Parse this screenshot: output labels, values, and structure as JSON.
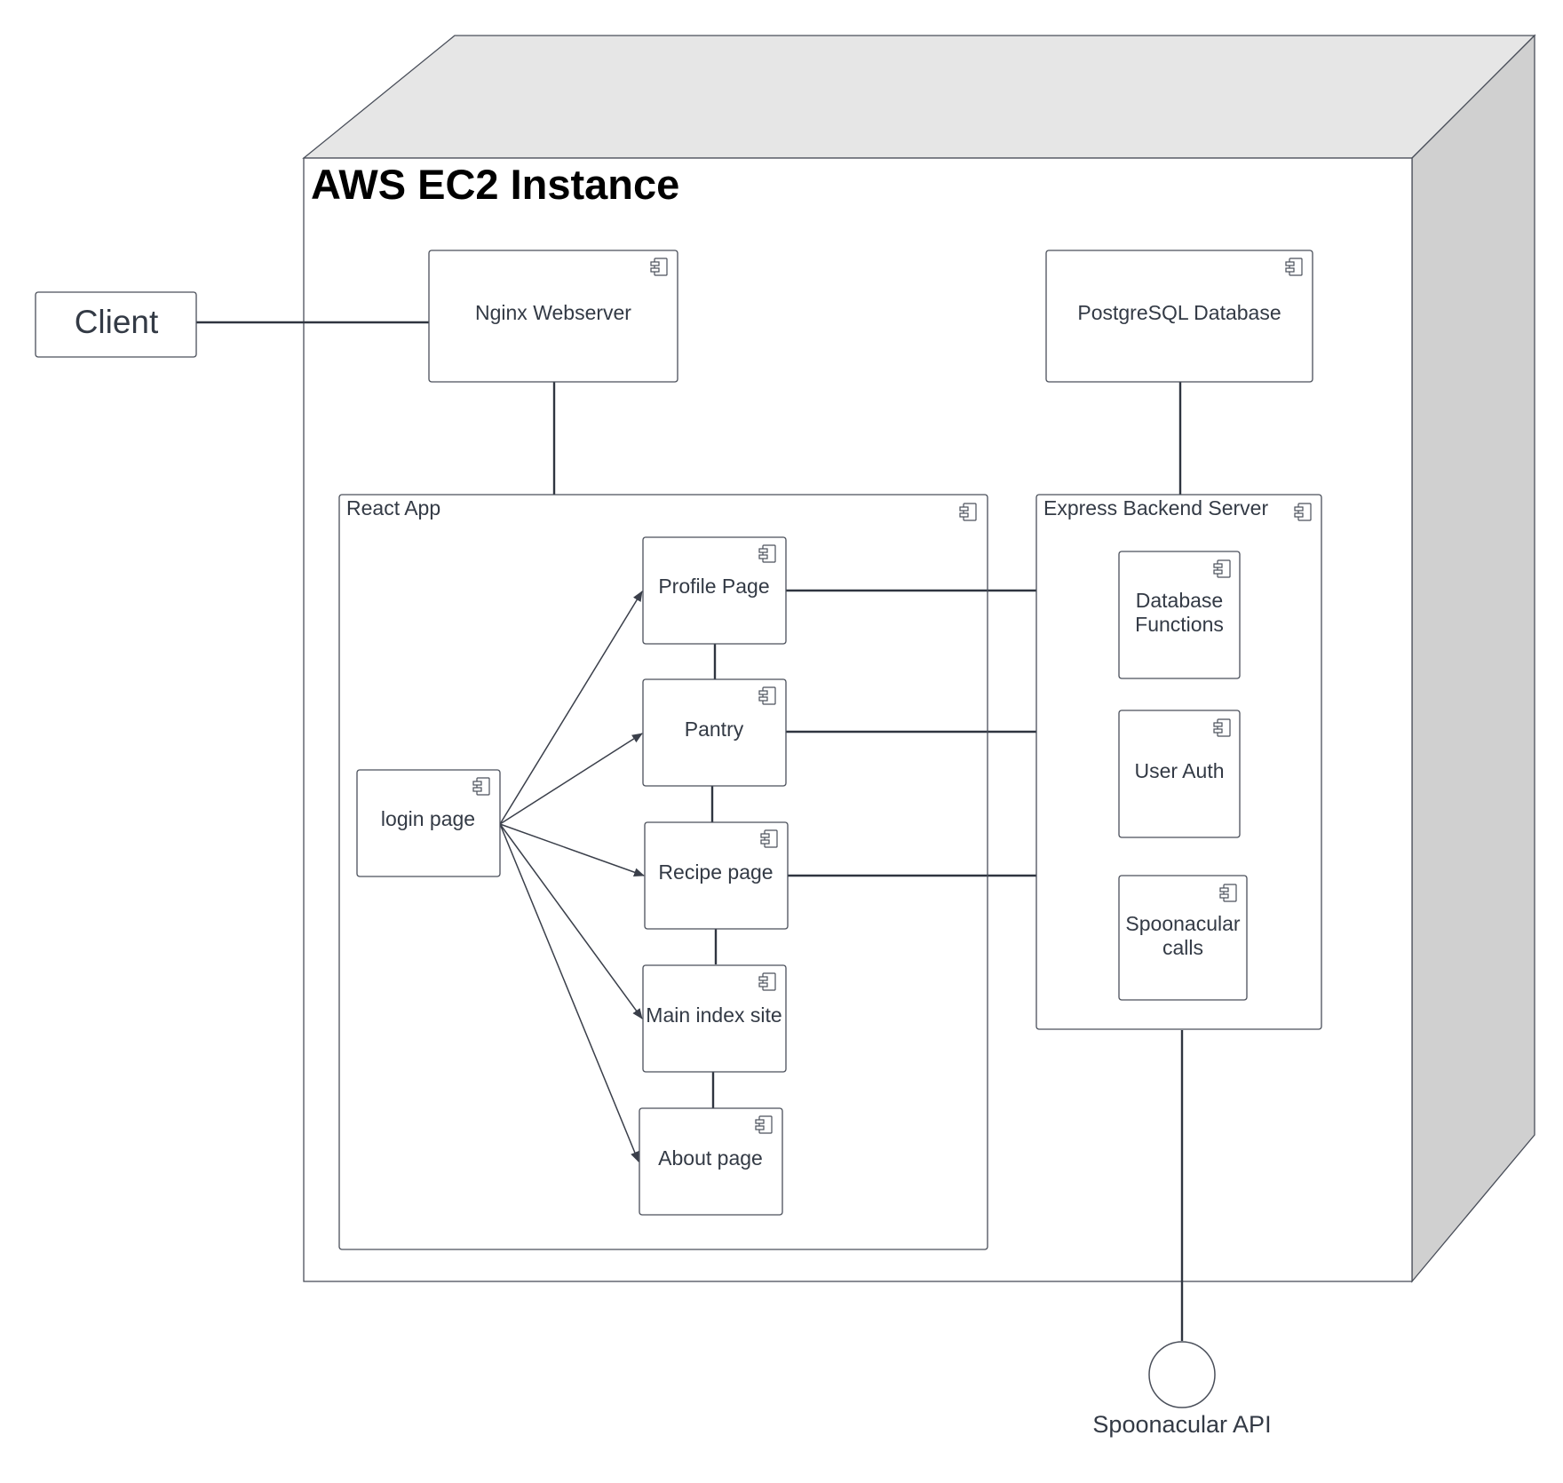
{
  "node": {
    "title": "AWS EC2 Instance"
  },
  "client": {
    "label": "Client"
  },
  "nginx": {
    "label": "Nginx Webserver"
  },
  "postgres": {
    "label": "PostgreSQL Database"
  },
  "react_app": {
    "label": "React App",
    "login": "login page",
    "profile": "Profile Page",
    "pantry": "Pantry",
    "recipe": "Recipe page",
    "main_index": "Main index site",
    "about": "About page"
  },
  "express": {
    "label": "Express Backend Server",
    "db_functions_line1": "Database",
    "db_functions_line2": "Functions",
    "user_auth": "User Auth",
    "spoon_calls_line1": "Spoonacular",
    "spoon_calls_line2": "calls"
  },
  "api": {
    "label": "Spoonacular API"
  },
  "colors": {
    "node_top": "#e6e6e6",
    "node_side": "#d0d0d0",
    "stroke": "#4a4f5a",
    "text": "#333a45"
  }
}
